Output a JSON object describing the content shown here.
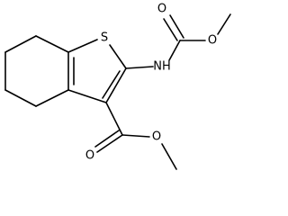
{
  "molecule": {
    "atoms": {
      "sulfur": "S",
      "nh": "NH",
      "carbamate_carbonyl_o": "O",
      "carbamate_ester_o": "O",
      "ester_carbonyl_o": "O",
      "ester_o": "O"
    },
    "colors": {
      "bond": "#000000",
      "background": "#ffffff"
    }
  }
}
